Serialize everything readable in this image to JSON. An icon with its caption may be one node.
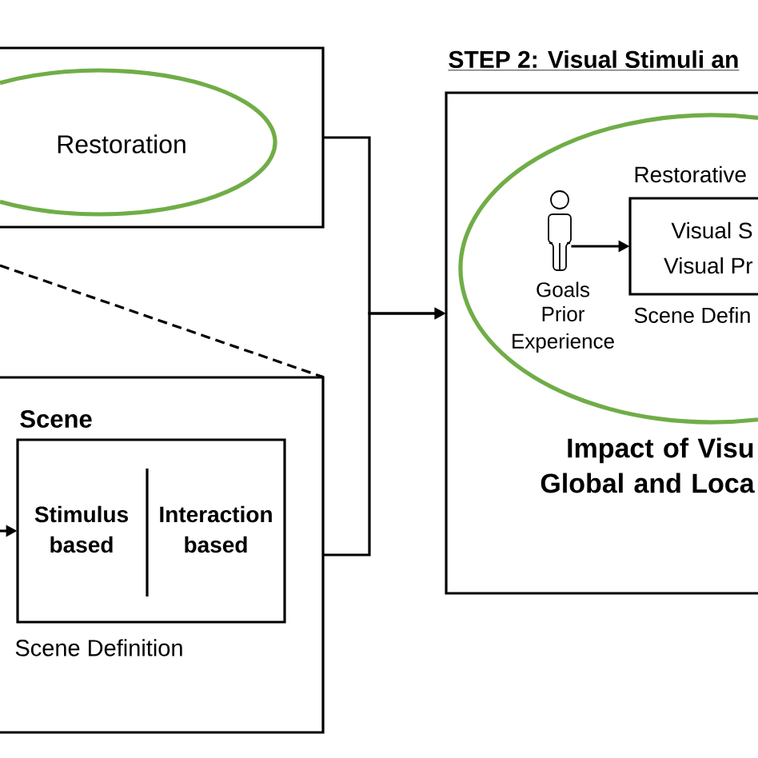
{
  "diagram": {
    "nodes": [
      {
        "text": [],
        "shape": "box"
      },
      {
        "text": [
          "Restoration"
        ],
        "in": 0
      },
      {
        "text": [
          "Scene"
        ]
      },
      {
        "text": [
          "Stimulus based",
          "Interaction based"
        ],
        "in": 2,
        "beside": [
          "Scene Definition"
        ]
      },
      {
        "text": [
          "STEP 2: Visual Stimuli an",
          "Impact of Visu Global and Loca"
        ]
      },
      {
        "text": [],
        "shape": "ellipse",
        "in": 4
      },
      {
        "text": [],
        "shape": "person",
        "in": 5,
        "beside": [
          "Goals",
          "Prior Experience"
        ]
      },
      {
        "text": [
          "Restorative",
          "Visual S",
          "Visual Pr"
        ],
        "in": 5,
        "beside": [
          "Scene Defin"
        ]
      }
    ],
    "edges": [
      {
        "from": 0,
        "to": 4,
        "arrow": "to"
      },
      {
        "from": 2,
        "to": 4,
        "arrow": "to"
      },
      {
        "from": null,
        "to": 2,
        "arrow": "none",
        "style": "dashed"
      },
      {
        "from": null,
        "to": 3,
        "arrow": "to"
      },
      {
        "from": 6,
        "to": 7,
        "arrow": "to"
      }
    ]
  }
}
